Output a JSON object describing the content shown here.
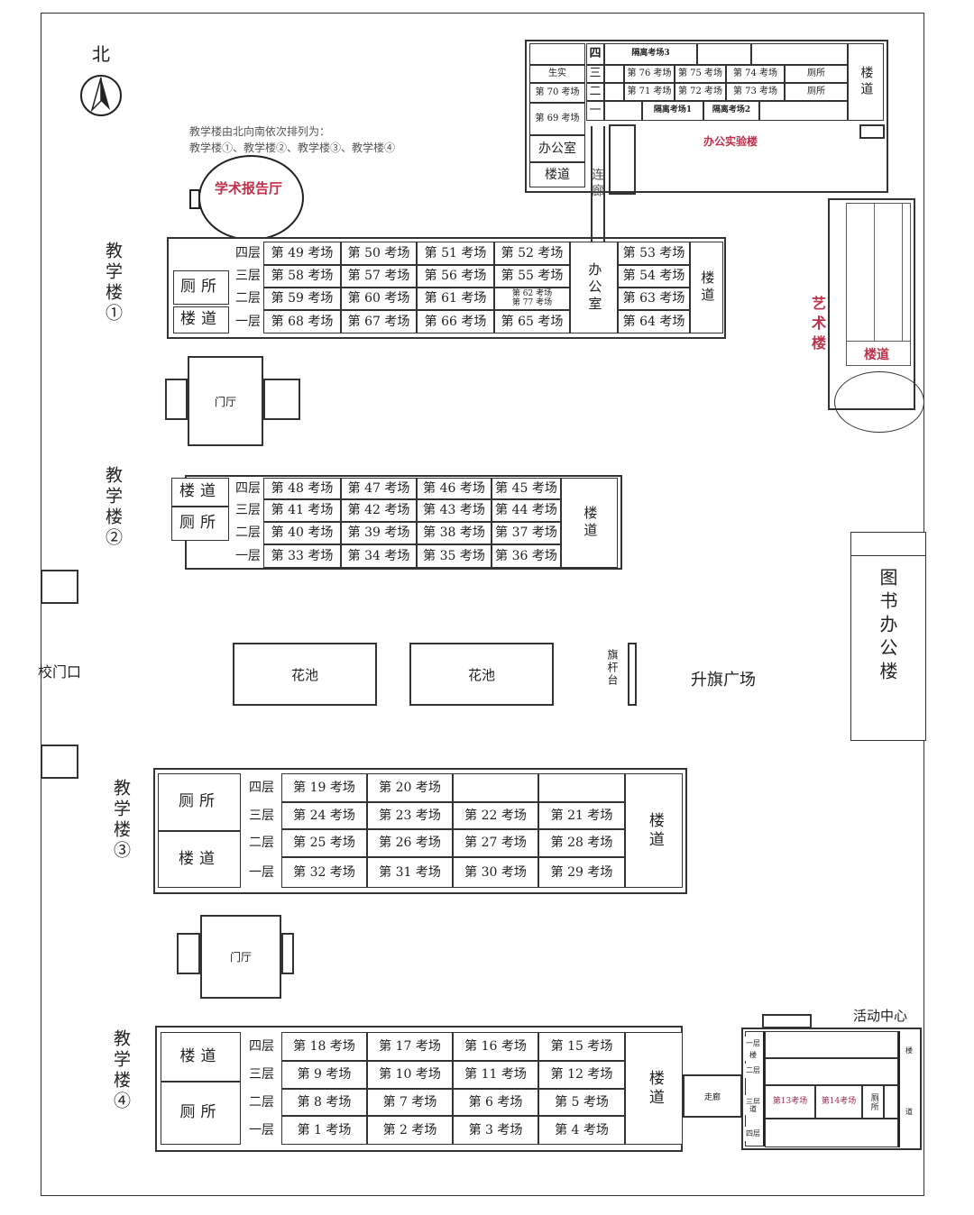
{
  "north_label": "北",
  "note": {
    "line1": "教学楼由北向南依次排列为：",
    "line2": "教学楼①、教学楼②、教学楼③、教学楼④"
  },
  "report_hall": "学术报告厅",
  "gate": "校门口",
  "flower_bed": "花池",
  "flag_stand": "旗杆台",
  "flag_square": "升旗广场",
  "library": "图书办公楼",
  "art_building": {
    "name": "艺术楼",
    "stairs": "楼道"
  },
  "lobby": "门厅",
  "corridor": "连廊",
  "walkway": "走廊",
  "building1": {
    "name": "教学楼①",
    "toilet": "厕所",
    "stairs": "楼道",
    "office": "办公室",
    "stairs_right": "楼道",
    "floors": [
      "四层",
      "三层",
      "二层",
      "一层"
    ],
    "rooms": [
      [
        "第 49 考场",
        "第 50 考场",
        "第 51 考场",
        "第 52 考场",
        "第 53 考场"
      ],
      [
        "第 58 考场",
        "第 57 考场",
        "第 56 考场",
        "第 55 考场",
        "第 54 考场"
      ],
      [
        "第 59 考场",
        "第 60 考场",
        "第 61 考场",
        "第 62 考场\n第 77 考场",
        "第 63 考场"
      ],
      [
        "第 68 考场",
        "第 67 考场",
        "第 66 考场",
        "第 65 考场",
        "第 64 考场"
      ]
    ]
  },
  "building2": {
    "name": "教学楼②",
    "toilet": "厕所",
    "stairs": "楼道",
    "stairs_right": "楼道",
    "floors": [
      "四层",
      "三层",
      "二层",
      "一层"
    ],
    "rooms": [
      [
        "第 48 考场",
        "第 47 考场",
        "第 46 考场",
        "第 45 考场"
      ],
      [
        "第 41 考场",
        "第 42 考场",
        "第 43 考场",
        "第 44 考场"
      ],
      [
        "第 40 考场",
        "第 39 考场",
        "第 38 考场",
        "第 37 考场"
      ],
      [
        "第 33 考场",
        "第 34 考场",
        "第 35 考场",
        "第 36 考场"
      ]
    ]
  },
  "building3": {
    "name": "教学楼③",
    "toilet": "厕所",
    "stairs": "楼道",
    "stairs_right": "楼道",
    "floors": [
      "四层",
      "三层",
      "二层",
      "一层"
    ],
    "rooms": [
      [
        "第 19 考场",
        "第 20 考场",
        "",
        ""
      ],
      [
        "第 24 考场",
        "第 23 考场",
        "第 22 考场",
        "第 21 考场"
      ],
      [
        "第 25 考场",
        "第 26 考场",
        "第 27 考场",
        "第 28 考场"
      ],
      [
        "第 32 考场",
        "第 31 考场",
        "第 30 考场",
        "第 29 考场"
      ]
    ]
  },
  "building4": {
    "name": "教学楼④",
    "toilet": "厕所",
    "stairs": "楼道",
    "stairs_right": "楼道",
    "floors": [
      "四层",
      "三层",
      "二层",
      "一层"
    ],
    "rooms": [
      [
        "第 18 考场",
        "第 17 考场",
        "第 16 考场",
        "第 15 考场"
      ],
      [
        "第 9 考场",
        "第 10 考场",
        "第 11 考场",
        "第 12 考场"
      ],
      [
        "第 8 考场",
        "第 7 考场",
        "第 6 考场",
        "第 5 考场"
      ],
      [
        "第 1 考场",
        "第 2 考场",
        "第 3 考场",
        "第 4 考场"
      ]
    ]
  },
  "office_building": {
    "name": "办公实验楼",
    "floors": [
      "四",
      "三",
      "二",
      "一"
    ],
    "left": [
      "生实",
      "第 70 考场",
      "第 69 考场",
      "办公室",
      "楼道"
    ],
    "row4": [
      "隔离考场3"
    ],
    "row3": [
      "第 76 考场",
      "第 75 考场",
      "第 74 考场",
      "厕所"
    ],
    "row2": [
      "第 71 考场",
      "第 72 考场",
      "第 73 考场",
      "厕所"
    ],
    "row1": [
      "隔离考场1",
      "隔离考场2"
    ],
    "stairs": "楼道"
  },
  "activity_center": {
    "name": "活动中心",
    "floors": [
      "一层",
      "二层",
      "三层",
      "四层"
    ],
    "rooms": [
      "第13考场",
      "第14考场",
      "厕所"
    ],
    "stairs_a": "楼",
    "stairs_b": "道",
    "left_a": "楼",
    "left_b": "道"
  }
}
